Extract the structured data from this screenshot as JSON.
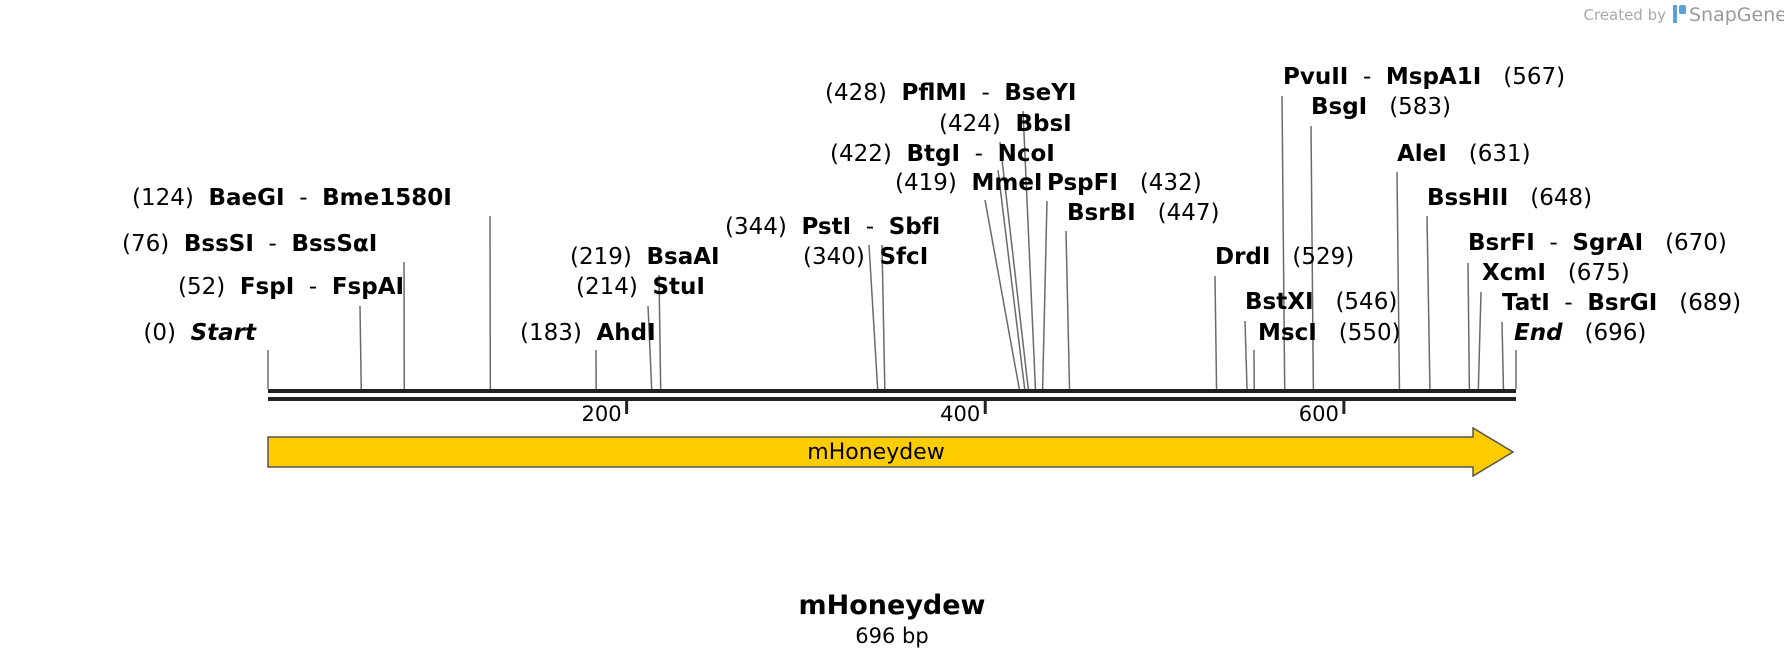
{
  "credit": {
    "prefix": "Created by",
    "brand": "SnapGene"
  },
  "sequence": {
    "name": "mHoneydew",
    "length_label": "696 bp",
    "length_bp": 696
  },
  "feature": {
    "label": "mHoneydew",
    "color": "#ffcc00",
    "start": 0,
    "end": 696,
    "direction": "forward"
  },
  "axis": {
    "ticks": [
      200,
      400,
      600
    ]
  },
  "sites": [
    {
      "pos": 0,
      "pos_label": "(0)",
      "name": "Start",
      "end_label": true
    },
    {
      "pos": 52,
      "pos_label": "(52)",
      "name": "FspI",
      "alt": "FspAI"
    },
    {
      "pos": 76,
      "pos_label": "(76)",
      "name": "BssSI",
      "alt": "BssSαI"
    },
    {
      "pos": 124,
      "pos_label": "(124)",
      "name": "BaeGI",
      "alt": "Bme1580I"
    },
    {
      "pos": 183,
      "pos_label": "(183)",
      "name": "AhdI"
    },
    {
      "pos": 214,
      "pos_label": "(214)",
      "name": "StuI"
    },
    {
      "pos": 219,
      "pos_label": "(219)",
      "name": "BsaAI"
    },
    {
      "pos": 340,
      "pos_label": "(340)",
      "name": "SfcI"
    },
    {
      "pos": 344,
      "pos_label": "(344)",
      "name": "PstI",
      "alt": "SbfI"
    },
    {
      "pos": 419,
      "pos_label": "(419)",
      "name": "MmeI"
    },
    {
      "pos": 422,
      "pos_label": "(422)",
      "name": "BtgI",
      "alt": "NcoI"
    },
    {
      "pos": 424,
      "pos_label": "(424)",
      "name": "BbsI"
    },
    {
      "pos": 428,
      "pos_label": "(428)",
      "name": "PflMI",
      "alt": "BseYI"
    },
    {
      "pos": 432,
      "pos_label": "(432)",
      "name": "PspFI"
    },
    {
      "pos": 447,
      "pos_label": "(447)",
      "name": "BsrBI"
    },
    {
      "pos": 529,
      "pos_label": "(529)",
      "name": "DrdI"
    },
    {
      "pos": 546,
      "pos_label": "(546)",
      "name": "BstXI"
    },
    {
      "pos": 550,
      "pos_label": "(550)",
      "name": "MscI"
    },
    {
      "pos": 567,
      "pos_label": "(567)",
      "name": "PvuII",
      "alt": "MspA1I"
    },
    {
      "pos": 583,
      "pos_label": "(583)",
      "name": "BsgI"
    },
    {
      "pos": 631,
      "pos_label": "(631)",
      "name": "AleI"
    },
    {
      "pos": 648,
      "pos_label": "(648)",
      "name": "BssHII"
    },
    {
      "pos": 670,
      "pos_label": "(670)",
      "name": "BsrFI",
      "alt": "SgrAI"
    },
    {
      "pos": 675,
      "pos_label": "(675)",
      "name": "XcmI"
    },
    {
      "pos": 689,
      "pos_label": "(689)",
      "name": "TatI",
      "alt": "BsrGI"
    },
    {
      "pos": 696,
      "pos_label": "(696)",
      "name": "End",
      "end_label": true
    }
  ]
}
